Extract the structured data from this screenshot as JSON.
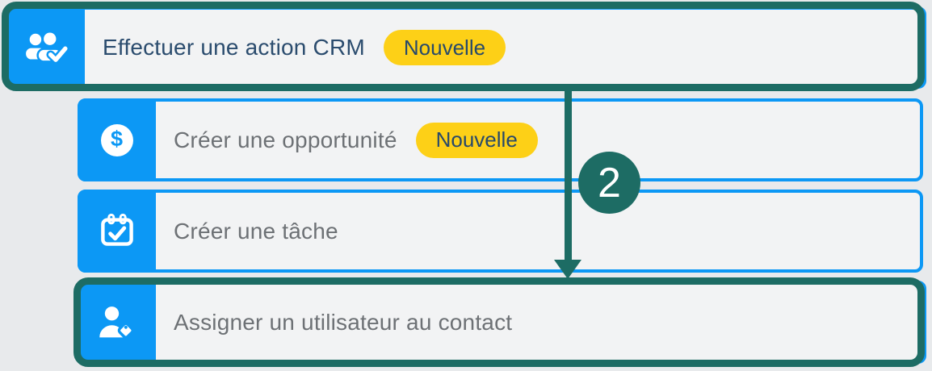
{
  "annotation": {
    "step_number": "2"
  },
  "colors": {
    "accent_blue": "#0c98f5",
    "highlight_teal": "#1d6c64",
    "badge_yellow": "#fdd017",
    "title_navy": "#2b4c6e",
    "title_gray": "#6d7175",
    "card_background": "#f2f3f4",
    "page_background": "#e8eaec"
  },
  "cards": [
    {
      "label": "Effectuer une action CRM",
      "badge": "Nouvelle",
      "icon": "users-check-icon",
      "highlighted": true
    },
    {
      "label": "Créer une opportunité",
      "badge": "Nouvelle",
      "icon": "dollar-circle-icon",
      "highlighted": false
    },
    {
      "label": "Créer une tâche",
      "icon": "calendar-check-icon",
      "highlighted": false
    },
    {
      "label": "Assigner un utilisateur au contact",
      "icon": "user-tag-icon",
      "highlighted": true
    }
  ],
  "icons": {
    "dollar_glyph": "$"
  }
}
